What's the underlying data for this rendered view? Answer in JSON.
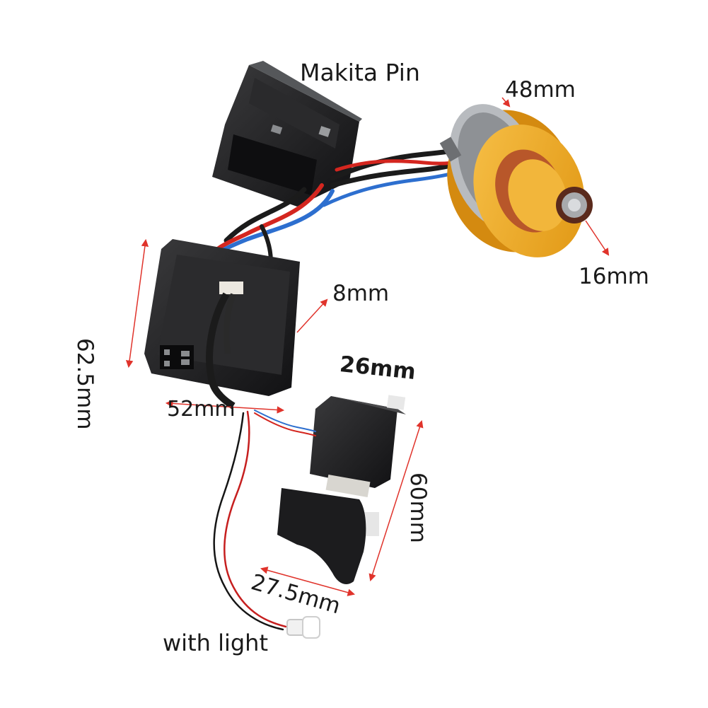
{
  "labels": {
    "makita_pin": "Makita Pin",
    "motor_diameter": "48mm",
    "bearing": "16mm",
    "board_thickness": "8mm",
    "switch_width": "26mm",
    "board_width": "52mm",
    "board_height": "62.5mm",
    "switch_height": "60mm",
    "trigger_width": "27.5mm",
    "with_light": "with light"
  },
  "colors": {
    "motor_yellow": "#f0ab1e",
    "plastic_black": "#1c1c1e",
    "wire_red": "#d4261f",
    "wire_blue": "#2d6fcf",
    "dimension_arrow": "#e0332b"
  }
}
